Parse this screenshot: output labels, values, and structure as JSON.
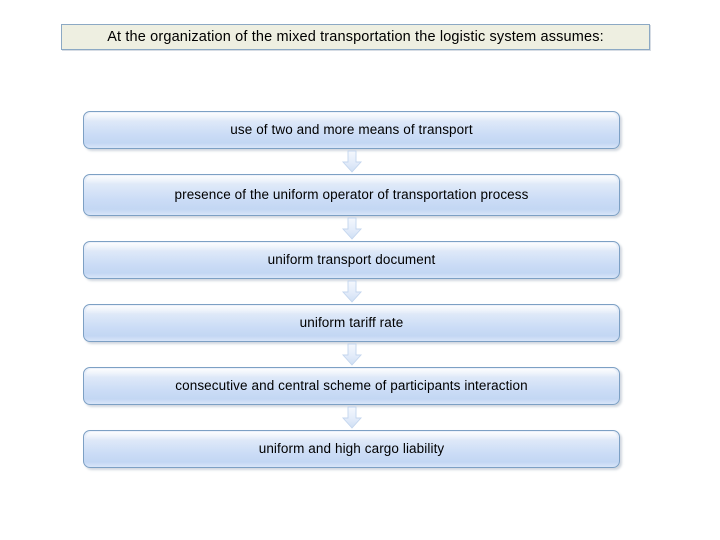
{
  "slide": {
    "background_color": "#FFFFFF",
    "title": {
      "text": "At the organization of the mixed transportation the logistic system assumes:",
      "background_color": "#EEEFE1",
      "border_color": "#8CA9C4",
      "text_color": "#000000"
    },
    "flow": {
      "box_border_color": "#7DA0C4",
      "box_fill_top": "#EDF2FA",
      "box_fill_bottom": "#C3D7F3",
      "arrow_color": "#DCE7F7",
      "arrow_icon_name": "down-arrow-icon",
      "steps": [
        {
          "label": "use of two and more means of transport",
          "lines": 1
        },
        {
          "label": "presence of the uniform operator of transportation process",
          "lines": 2
        },
        {
          "label": "uniform transport document",
          "lines": 1
        },
        {
          "label": "uniform tariff rate",
          "lines": 1
        },
        {
          "label": "consecutive and central scheme of participants interaction",
          "lines": 1
        },
        {
          "label": "uniform and high cargo liability",
          "lines": 1
        }
      ]
    }
  }
}
